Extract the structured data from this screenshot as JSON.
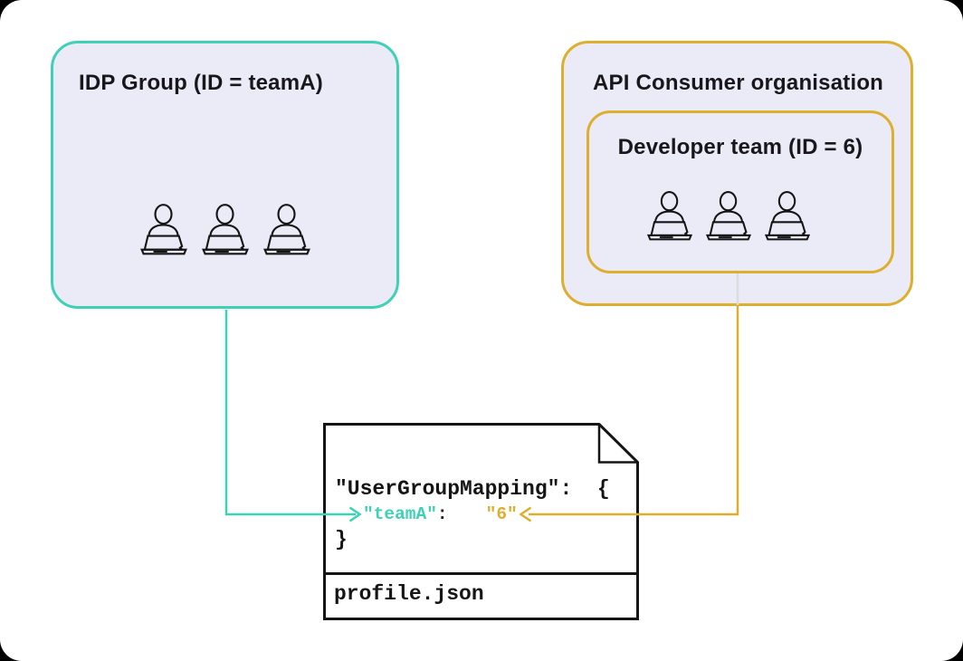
{
  "colors": {
    "teal_accent": "#3ED1B5",
    "gold_accent": "#DEAE2D",
    "box_fill_lavender": "#EBEBF8",
    "connector_gray": "#DCDCDC",
    "ink": "#151515",
    "frame_black": "#000000",
    "page_white": "#FFFFFF"
  },
  "idp_group": {
    "title": "IDP Group (ID = teamA)",
    "member_icon": "person-at-laptop-icon",
    "member_count": 3
  },
  "api_consumer_org": {
    "title": "API Consumer organisation",
    "developer_team": {
      "title": "Developer team (ID = 6)",
      "member_icon": "person-at-laptop-icon",
      "member_count": 3
    }
  },
  "profile_file": {
    "code_line_open": "\"UserGroupMapping\":  {",
    "mapping_key": "\"teamA\"",
    "mapping_separator": ":",
    "mapping_value": "\"6\"",
    "code_line_close": "}",
    "filename": "profile.json"
  }
}
